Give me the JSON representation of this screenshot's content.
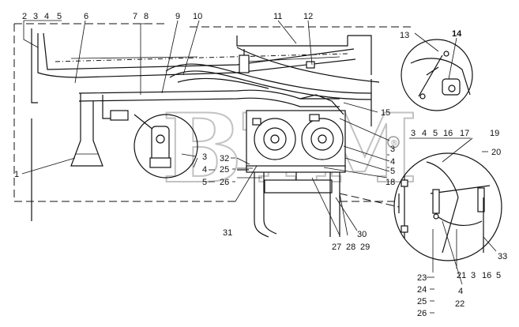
{
  "diagram": {
    "callouts": [
      {
        "id": "c2",
        "text": "2"
      },
      {
        "id": "c3a",
        "text": "3"
      },
      {
        "id": "c4a",
        "text": "4"
      },
      {
        "id": "c5a",
        "text": "5"
      },
      {
        "id": "c6",
        "text": "6"
      },
      {
        "id": "c7",
        "text": "7"
      },
      {
        "id": "c8",
        "text": "8"
      },
      {
        "id": "c9",
        "text": "9"
      },
      {
        "id": "c10",
        "text": "10"
      },
      {
        "id": "c11",
        "text": "11"
      },
      {
        "id": "c12",
        "text": "12"
      },
      {
        "id": "c13",
        "text": "13"
      },
      {
        "id": "c14",
        "text": "14"
      },
      {
        "id": "c15",
        "text": "15"
      },
      {
        "id": "c1",
        "text": "1"
      },
      {
        "id": "c3b",
        "text": "3"
      },
      {
        "id": "c4b",
        "text": "4"
      },
      {
        "id": "c5b",
        "text": "5"
      },
      {
        "id": "c32",
        "text": "32"
      },
      {
        "id": "c25a",
        "text": "25"
      },
      {
        "id": "c26a",
        "text": "26"
      },
      {
        "id": "c3c",
        "text": "3"
      },
      {
        "id": "c4c",
        "text": "4"
      },
      {
        "id": "c5c",
        "text": "5"
      },
      {
        "id": "c18",
        "text": "18"
      },
      {
        "id": "c3d",
        "text": "3"
      },
      {
        "id": "c4d",
        "text": "4"
      },
      {
        "id": "c5d",
        "text": "5"
      },
      {
        "id": "c16a",
        "text": "16"
      },
      {
        "id": "c17",
        "text": "17"
      },
      {
        "id": "c19",
        "text": "19"
      },
      {
        "id": "c20",
        "text": "20"
      },
      {
        "id": "c31",
        "text": "31"
      },
      {
        "id": "c30",
        "text": "30"
      },
      {
        "id": "c27",
        "text": "27"
      },
      {
        "id": "c28",
        "text": "28"
      },
      {
        "id": "c29",
        "text": "29"
      },
      {
        "id": "c33",
        "text": "33"
      },
      {
        "id": "c21",
        "text": "21"
      },
      {
        "id": "c3e",
        "text": "3"
      },
      {
        "id": "c16b",
        "text": "16"
      },
      {
        "id": "c5e",
        "text": "5"
      },
      {
        "id": "c23",
        "text": "23"
      },
      {
        "id": "c24",
        "text": "24"
      },
      {
        "id": "c25b",
        "text": "25"
      },
      {
        "id": "c26b",
        "text": "26"
      },
      {
        "id": "c4e",
        "text": "4"
      },
      {
        "id": "c22",
        "text": "22"
      }
    ],
    "watermark": {
      "text": "BTM",
      "mark": "®"
    }
  }
}
